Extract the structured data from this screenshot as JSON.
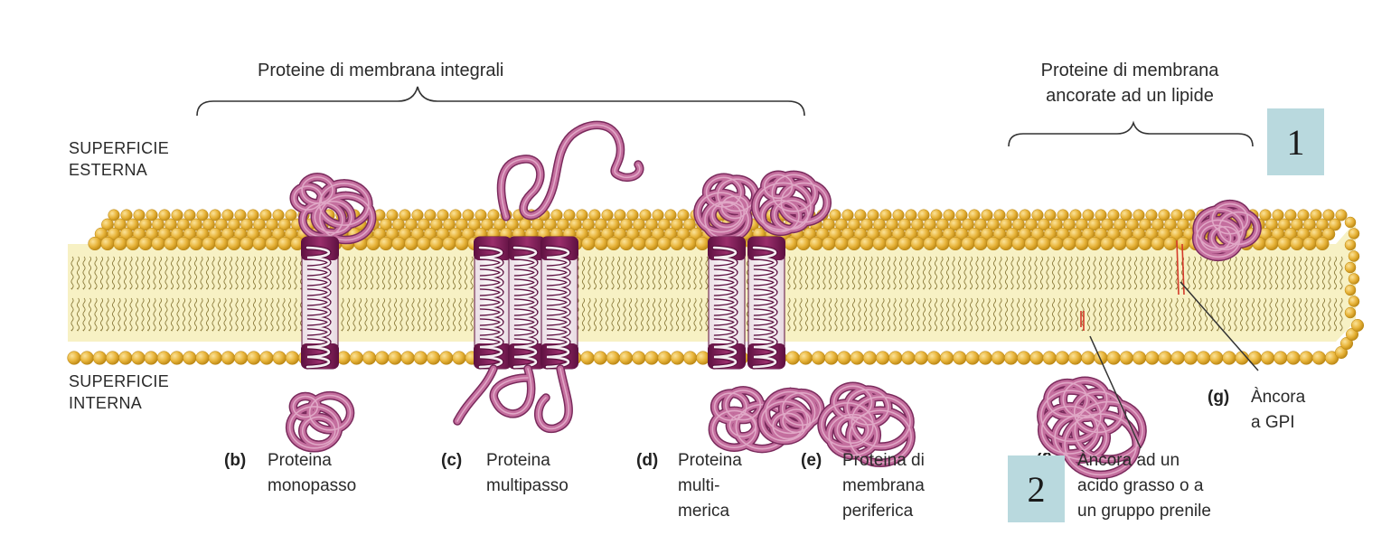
{
  "groups": {
    "integral": "Proteine di membrana integrali",
    "lipid_anchored_line1": "Proteine di membrana",
    "lipid_anchored_line2": "ancorate ad un lipide"
  },
  "surfaces": {
    "outer_line1": "SUPERFICIE",
    "outer_line2": "ESTERNA",
    "inner_line1": "SUPERFICIE",
    "inner_line2": "INTERNA"
  },
  "proteins": [
    {
      "tag": "(b)",
      "line1": "Proteina",
      "line2": "monopasso",
      "line3": ""
    },
    {
      "tag": "(c)",
      "line1": "Proteina",
      "line2": "multipasso",
      "line3": ""
    },
    {
      "tag": "(d)",
      "line1": "Proteina",
      "line2": "multi-",
      "line3": "merica"
    },
    {
      "tag": "(e)",
      "line1": "Proteina di",
      "line2": "membrana",
      "line3": "periferica"
    },
    {
      "tag": "(f)",
      "line1": "Àncora ad un",
      "line2": "acido grasso o a",
      "line3": "un gruppo prenile"
    },
    {
      "tag": "(g)",
      "line1": "Àncora",
      "line2": "a GPI",
      "line3": ""
    }
  ],
  "markers": {
    "first": "1",
    "second": "2"
  },
  "colors": {
    "head": "#e8b43a",
    "head_dark": "#b98512",
    "tail_band": "#f7f1c4",
    "protein": "#c46e9e",
    "protein_dark": "#7a2a5c",
    "helix_band": "#7d1f55",
    "anchor": "#d43a2a",
    "marker_box": "#b9d9de"
  }
}
